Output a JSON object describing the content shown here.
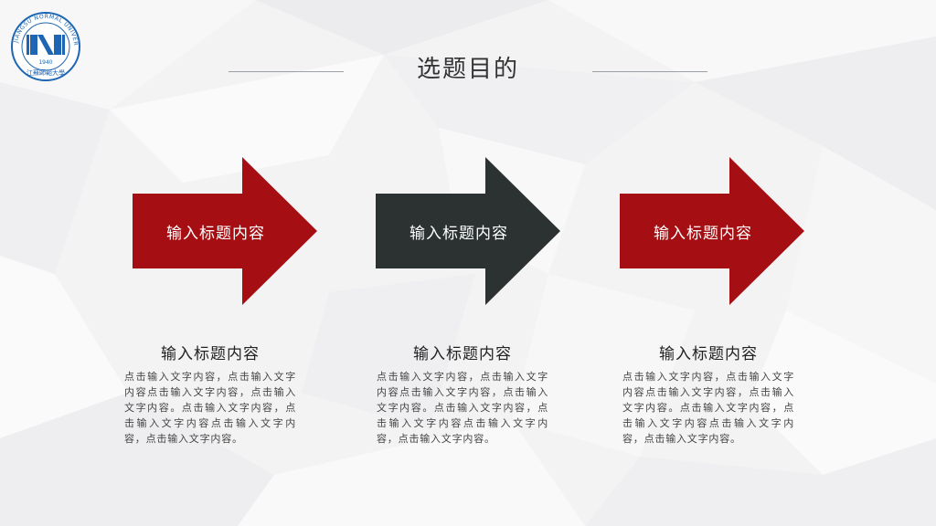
{
  "logo": {
    "year": "1940",
    "ring_text": "JIANGSU NORMAL UNIVERSITY",
    "cn_name": "江蘇師範大學",
    "brand_color": "#1e66b3"
  },
  "page": {
    "title": "选题目的"
  },
  "arrows": [
    {
      "label": "输入标题内容",
      "color": "#a50f13"
    },
    {
      "label": "输入标题内容",
      "color": "#2c3232"
    },
    {
      "label": "输入标题内容",
      "color": "#a50f13"
    }
  ],
  "cards": [
    {
      "title": "输入标题内容",
      "text": "点击输入文字内容，点击输入文字内容点击输入文字内容，点击输入文字内容。点击输入文字内容，点击输入文字内容点击输入文字内容，点击输入文字内容。"
    },
    {
      "title": "输入标题内容",
      "text": "点击输入文字内容，点击输入文字内容点击输入文字内容，点击输入文字内容。点击输入文字内容，点击输入文字内容点击输入文字内容，点击输入文字内容。"
    },
    {
      "title": "输入标题内容",
      "text": "点击输入文字内容，点击输入文字内容点击输入文字内容，点击输入文字内容。点击输入文字内容，点击输入文字内容点击输入文字内容，点击输入文字内容。"
    }
  ]
}
